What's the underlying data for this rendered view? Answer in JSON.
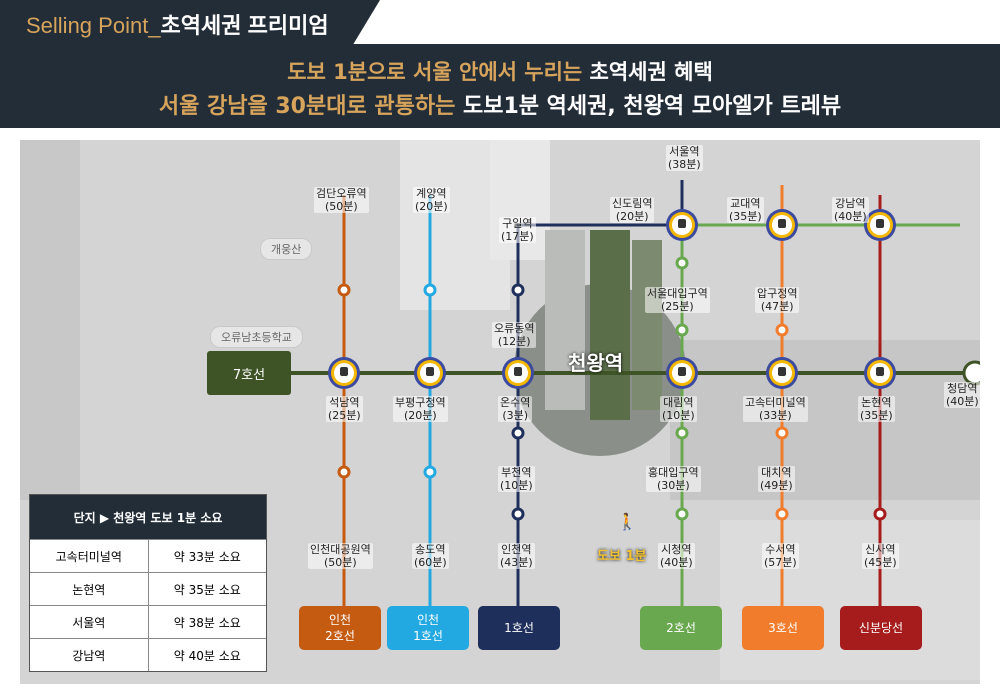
{
  "top_tab": {
    "prefix": "Selling Point_",
    "title": "초역세권 프리미엄"
  },
  "header": {
    "line1_a": "도보 1분으로 서울 안에서 누리는 ",
    "line1_b": "초역세권 혜택",
    "line2_a": "서울 강남을 30분대로 관통하는 ",
    "line2_b": "도보1분 역세권, 천왕역 모아엘가 트레뷰"
  },
  "map": {
    "center_station": "천왕역",
    "center_walk": "도보 1분",
    "line7_label": "7호선",
    "places": [
      "개웅산",
      "오류남초등학교"
    ],
    "stations": [
      {
        "name": "검단오류역",
        "time": "(50분)"
      },
      {
        "name": "계양역",
        "time": "(20분)"
      },
      {
        "name": "구일역",
        "time": "(17분)"
      },
      {
        "name": "서울역",
        "time": "(38분)"
      },
      {
        "name": "신도림역",
        "time": "(20분)"
      },
      {
        "name": "교대역",
        "time": "(35분)"
      },
      {
        "name": "강남역",
        "time": "(40분)"
      },
      {
        "name": "서울대입구역",
        "time": "(25분)"
      },
      {
        "name": "압구정역",
        "time": "(47분)"
      },
      {
        "name": "오류동역",
        "time": "(12분)"
      },
      {
        "name": "석남역",
        "time": "(25분)"
      },
      {
        "name": "부평구청역",
        "time": "(20분)"
      },
      {
        "name": "온수역",
        "time": "(3분)"
      },
      {
        "name": "대림역",
        "time": "(10분)"
      },
      {
        "name": "고속터미널역",
        "time": "(33분)"
      },
      {
        "name": "논현역",
        "time": "(35분)"
      },
      {
        "name": "청담역",
        "time": "(40분)"
      },
      {
        "name": "부천역",
        "time": "(10분)"
      },
      {
        "name": "홍대입구역",
        "time": "(30분)"
      },
      {
        "name": "대치역",
        "time": "(49분)"
      },
      {
        "name": "인천대공원역",
        "time": "(50분)"
      },
      {
        "name": "송도역",
        "time": "(60분)"
      },
      {
        "name": "인천역",
        "time": "(43분)"
      },
      {
        "name": "시청역",
        "time": "(40분)"
      },
      {
        "name": "수서역",
        "time": "(57분)"
      },
      {
        "name": "신사역",
        "time": "(45분)"
      }
    ],
    "legend": [
      {
        "label": "인천\n2호선",
        "color": "#c55a11"
      },
      {
        "label": "인천\n1호선",
        "color": "#23a9e1"
      },
      {
        "label": "1호선",
        "color": "#1f2f5c"
      },
      {
        "label": "2호선",
        "color": "#6aa84f"
      },
      {
        "label": "3호선",
        "color": "#f07c2c"
      },
      {
        "label": "신분당선",
        "color": "#a61c1c"
      }
    ],
    "line_colors": {
      "line7": "#3e5427",
      "incheon2": "#c55a11",
      "incheon1": "#23a9e1",
      "line1": "#1f2f5c",
      "line2": "#6aa84f",
      "line3": "#f07c2c",
      "shinbundang": "#a61c1c",
      "line4": "#1f2f5c"
    }
  },
  "table": {
    "title": "단지 ▶ 천왕역 도보 1분 소요",
    "rows": [
      {
        "station": "고속터미널역",
        "time": "약 33분 소요"
      },
      {
        "station": "논현역",
        "time": "약 35분 소요"
      },
      {
        "station": "서울역",
        "time": "약 38분 소요"
      },
      {
        "station": "강남역",
        "time": "약 40분 소요"
      }
    ]
  }
}
